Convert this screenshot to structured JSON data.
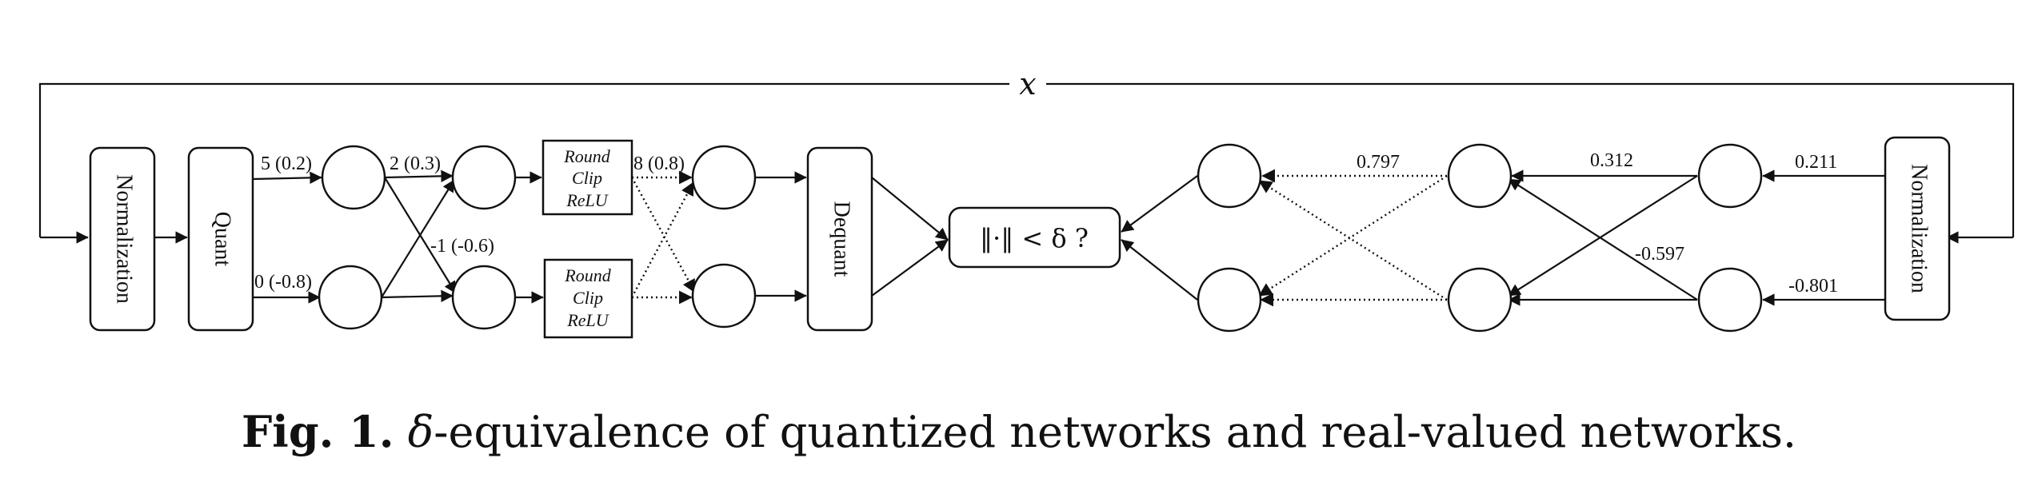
{
  "figure": {
    "input_label": "x",
    "left_normalization": "Normalization",
    "quant": "Quant",
    "dequant": "Dequant",
    "right_normalization": "Normalization",
    "compare": "‖·‖ < δ ?",
    "op_box_top": [
      "Round",
      "Clip",
      "ReLU"
    ],
    "op_box_bottom": [
      "Round",
      "Clip",
      "ReLU"
    ],
    "quantized_weights": {
      "quant_to_n1": "5 (0.2)",
      "quant_to_n2": "0 (-0.8)",
      "n1_to_n3": "2 (0.3)",
      "cross": "-1 (-0.6)",
      "op_to_n5": "8 (0.8)"
    },
    "real_weights": {
      "norm_to_r1": "0.211",
      "norm_to_r2": "-0.801",
      "r1_to_m1": "0.312",
      "cross": "-0.597",
      "m1_to_l1": "0.797"
    }
  },
  "caption": {
    "prefix": "Fig. 1.",
    "symbol": "δ",
    "text": "-equivalence of quantized networks and real-valued networks."
  }
}
